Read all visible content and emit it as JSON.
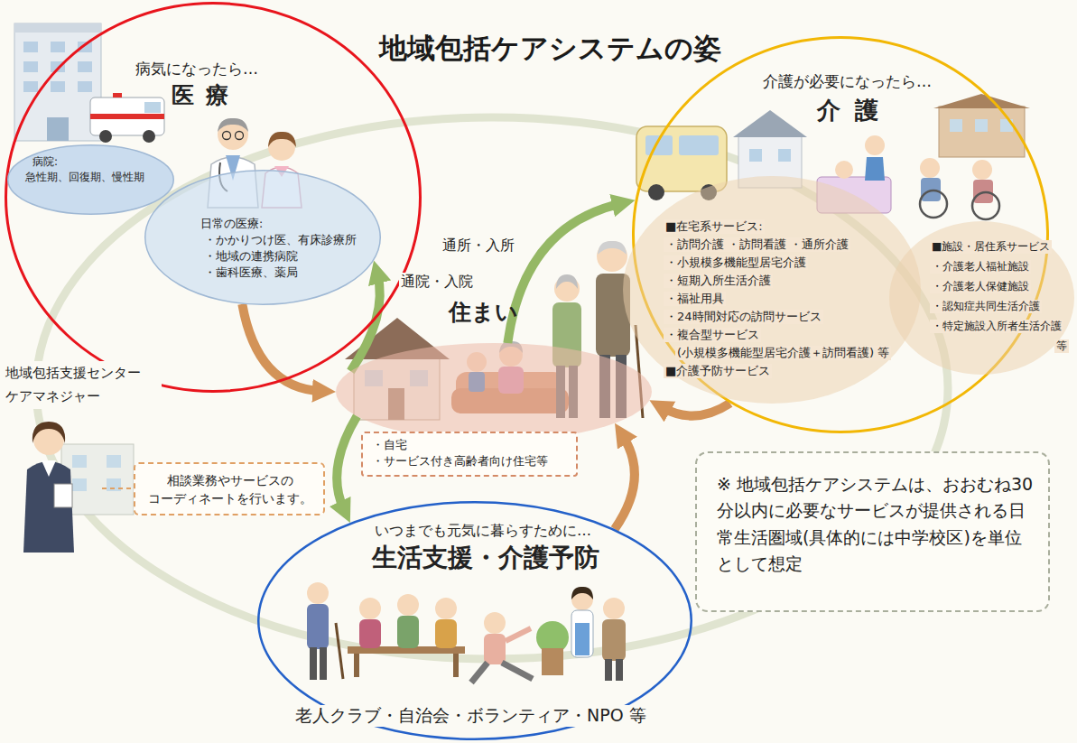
{
  "diagram": {
    "title": "地域包括ケアシステムの姿",
    "nodes": [
      {
        "text": [
          "病気になったら…",
          "医療"
        ]
      },
      {
        "text": [
          "病院:",
          "急性期、回復期、慢性期"
        ],
        "in": 0
      },
      {
        "text": [
          "日常の医療:",
          "・かかりつけ医、有床診療所",
          "・地域の連携病院",
          "・歯科医療、薬局"
        ],
        "in": 0
      },
      {
        "text": [
          "介護が必要になったら…",
          "介護"
        ]
      },
      {
        "text": [
          "■在宅系サービス:",
          "・訪問介護 ・訪問看護 ・通所介護",
          "・小規模多機能型居宅介護",
          "・短期入所生活介護",
          "・福祉用具",
          "・24時間対応の訪問サービス",
          "・複合型サービス",
          "(小規模多機能型居宅介護＋訪問看護) 等",
          "■介護予防サービス"
        ],
        "in": 3
      },
      {
        "text": [
          "■施設・居住系サービス",
          "・介護老人福祉施設",
          "・介護老人保健施設",
          "・認知症共同生活介護",
          "・特定施設入所者生活介護",
          "等"
        ],
        "in": 3
      },
      {
        "text": [
          "住まい"
        ]
      },
      {
        "text": [
          "・自宅",
          "・サービス付き高齢者向け住宅等"
        ]
      },
      {
        "text": [
          "相談業務やサービスの コーディネートを行います。"
        ]
      },
      {
        "text": [
          "いつまでも元気に暮らすために…",
          "生活支援・介護予防",
          "老人クラブ・自治会・ボランティア・NPO 等"
        ]
      },
      {
        "text": [
          "※ 地域包括ケアシステムは、おおむね30分以内に必要なサービスが提供される日常生活圏域(具体的には中学校区)を単位として想定"
        ]
      }
    ],
    "edges": [
      {
        "from": 6,
        "to": 2,
        "arrow": "to",
        "label": "通院・入院"
      },
      {
        "from": 2,
        "to": 6,
        "arrow": "to"
      },
      {
        "from": 6,
        "to": 3,
        "arrow": "to",
        "label": "通所・入所"
      },
      {
        "from": 3,
        "to": 6,
        "arrow": "to"
      },
      {
        "from": 6,
        "to": 9,
        "arrow": "to"
      },
      {
        "from": 9,
        "to": 6,
        "arrow": "to"
      }
    ],
    "labels": [
      "地域包括支援センター ケアマネジャー"
    ]
  }
}
